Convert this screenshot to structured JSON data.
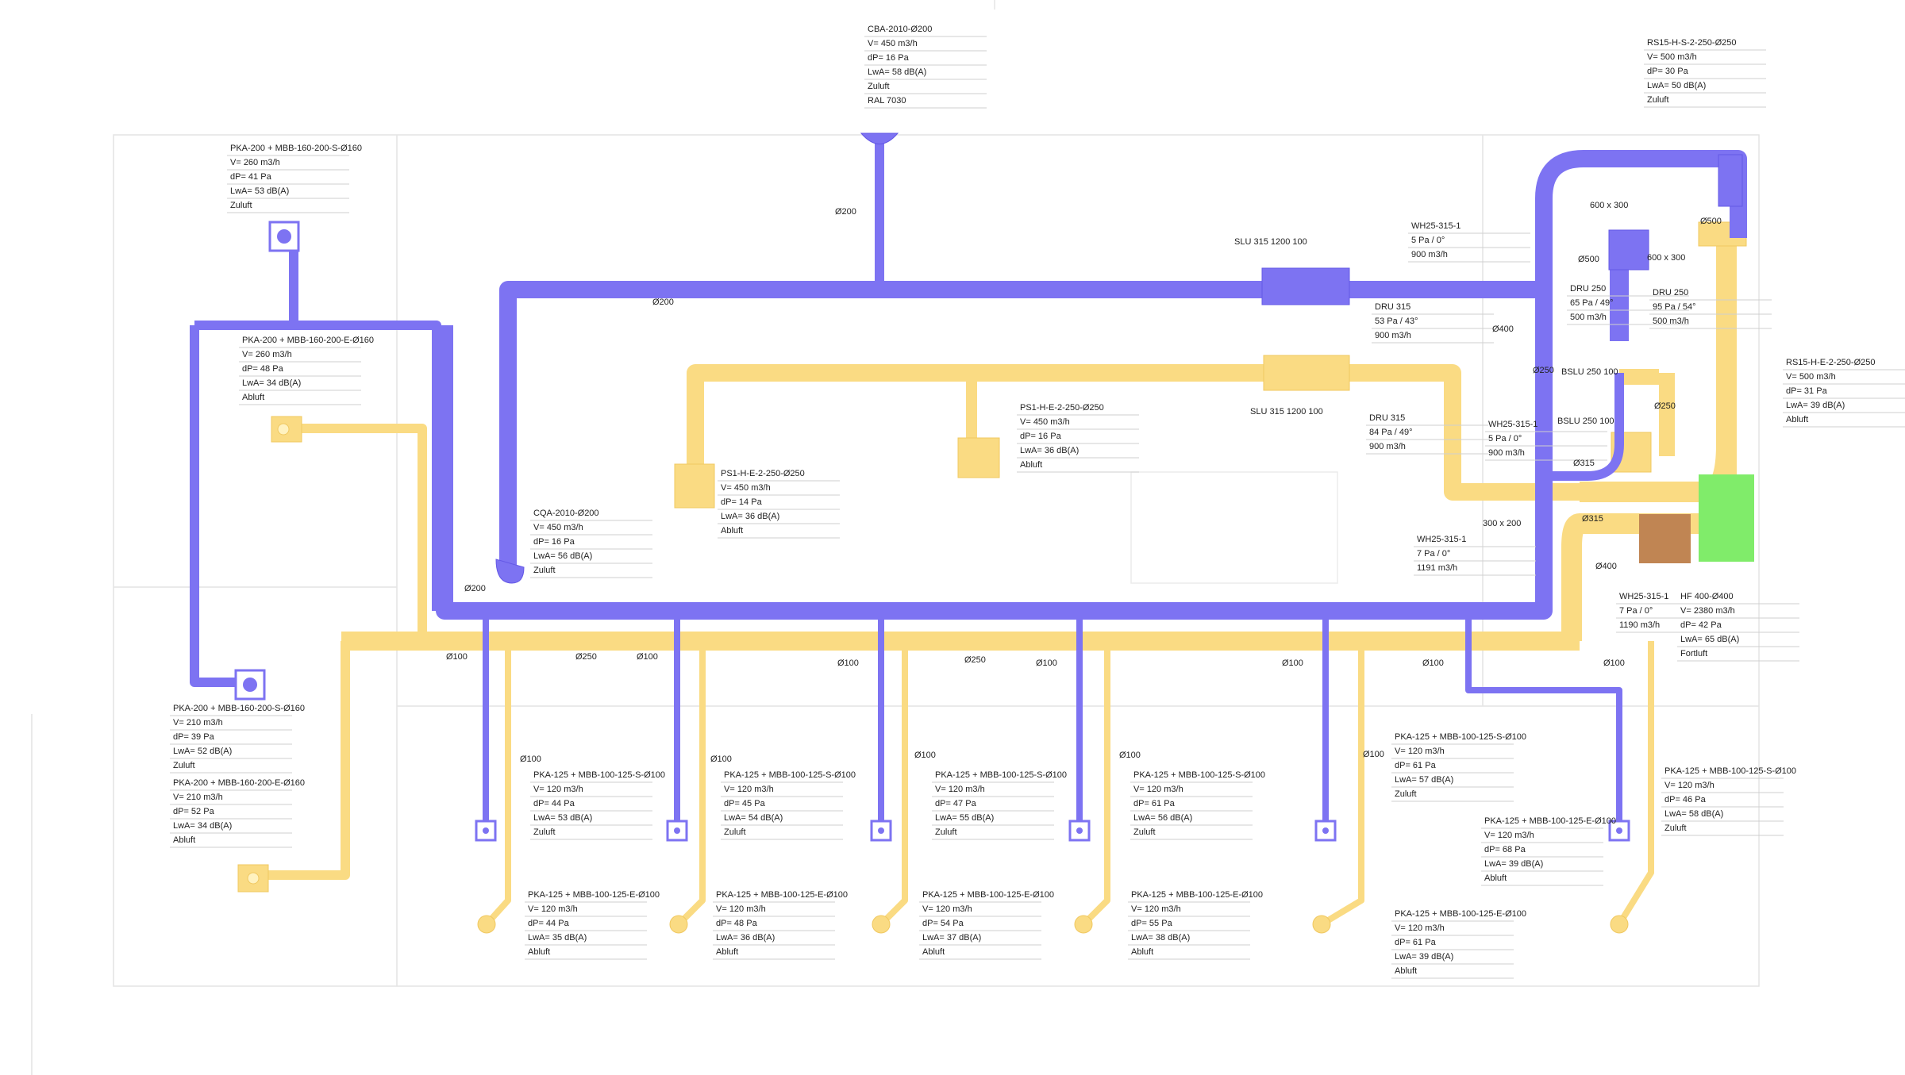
{
  "colors": {
    "supply": "#7d73f2",
    "exhaust": "#fadb83",
    "supply_dark": "#5b4fe0",
    "brown": "#c08553",
    "green": "#80ec6a",
    "frame": "#e6e6e6",
    "text": "#222222"
  },
  "labels": [
    {
      "lines": [
        "CBA-2010-Ø200",
        "V= 450 m3/h",
        "dP= 16 Pa",
        "LwA= 58 dB(A)",
        "Zuluft",
        "RAL 7030"
      ]
    },
    {
      "lines": [
        "RS15-H-S-2-250-Ø250",
        "V= 500 m3/h",
        "dP= 30 Pa",
        "LwA= 50 dB(A)",
        "Zuluft"
      ]
    },
    {
      "lines": [
        "PKA-200 + MBB-160-200-S-Ø160",
        "V= 260 m3/h",
        "dP= 41 Pa",
        "LwA= 53 dB(A)",
        "Zuluft"
      ]
    },
    {
      "lines": [
        "PKA-200 + MBB-160-200-E-Ø160",
        "V= 260 m3/h",
        "dP= 48 Pa",
        "LwA= 34 dB(A)",
        "Abluft"
      ]
    },
    {
      "lines": [
        "PS1-H-E-2-250-Ø250",
        "V= 450 m3/h",
        "dP= 14 Pa",
        "LwA= 36 dB(A)",
        "Abluft"
      ]
    },
    {
      "lines": [
        "PS1-H-E-2-250-Ø250",
        "V= 450 m3/h",
        "dP= 16 Pa",
        "LwA= 36 dB(A)",
        "Abluft"
      ]
    },
    {
      "lines": [
        "CQA-2010-Ø200",
        "V= 450 m3/h",
        "dP= 16 Pa",
        "LwA= 56 dB(A)",
        "Zuluft"
      ]
    },
    {
      "lines": [
        "WH25-315-1",
        "5 Pa / 0°",
        "900 m3/h"
      ]
    },
    {
      "lines": [
        "DRU 315",
        "53 Pa / 43°",
        "900 m3/h"
      ]
    },
    {
      "lines": [
        "DRU 315",
        "84 Pa / 49°",
        "900 m3/h"
      ]
    },
    {
      "lines": [
        "DRU 250",
        "65 Pa / 49°",
        "500 m3/h"
      ]
    },
    {
      "lines": [
        "DRU 250",
        "95 Pa / 54°",
        "500 m3/h"
      ]
    },
    {
      "lines": [
        "RS15-H-E-2-250-Ø250",
        "V= 500 m3/h",
        "dP= 31 Pa",
        "LwA= 39 dB(A)",
        "Abluft"
      ]
    },
    {
      "lines": [
        "WH25-315-1",
        "5 Pa / 0°",
        "900 m3/h"
      ]
    },
    {
      "lines": [
        "WH25-315-1",
        "7 Pa / 0°",
        "1191 m3/h"
      ]
    },
    {
      "lines": [
        "WH25-315-1",
        "7 Pa / 0°",
        "1190 m3/h"
      ]
    },
    {
      "lines": [
        "HF 400-Ø400",
        "V= 2380 m3/h",
        "dP= 42 Pa",
        "LwA= 65 dB(A)",
        "Fortluft"
      ]
    },
    {
      "lines": [
        "PKA-200 + MBB-160-200-S-Ø160",
        "V= 210 m3/h",
        "dP= 39 Pa",
        "LwA= 52 dB(A)",
        "Zuluft"
      ]
    },
    {
      "lines": [
        "PKA-200 + MBB-160-200-E-Ø160",
        "V= 210 m3/h",
        "dP= 52 Pa",
        "LwA= 34 dB(A)",
        "Abluft"
      ]
    },
    {
      "lines": [
        "PKA-125 + MBB-100-125-S-Ø100",
        "V= 120 m3/h",
        "dP= 44 Pa",
        "LwA= 53 dB(A)",
        "Zuluft"
      ]
    },
    {
      "lines": [
        "PKA-125 + MBB-100-125-S-Ø100",
        "V= 120 m3/h",
        "dP= 45 Pa",
        "LwA= 54 dB(A)",
        "Zuluft"
      ]
    },
    {
      "lines": [
        "PKA-125 + MBB-100-125-S-Ø100",
        "V= 120 m3/h",
        "dP= 47 Pa",
        "LwA= 55 dB(A)",
        "Zuluft"
      ]
    },
    {
      "lines": [
        "PKA-125 + MBB-100-125-S-Ø100",
        "V= 120 m3/h",
        "dP= 61 Pa",
        "LwA= 56 dB(A)",
        "Zuluft"
      ]
    },
    {
      "lines": [
        "PKA-125 + MBB-100-125-S-Ø100",
        "V= 120 m3/h",
        "dP= 61 Pa",
        "LwA= 57 dB(A)",
        "Zuluft"
      ]
    },
    {
      "lines": [
        "PKA-125 + MBB-100-125-S-Ø100",
        "V= 120 m3/h",
        "dP= 46 Pa",
        "LwA= 58 dB(A)",
        "Zuluft"
      ]
    },
    {
      "lines": [
        "PKA-125 + MBB-100-125-E-Ø100",
        "V= 120 m3/h",
        "dP= 68 Pa",
        "LwA= 39 dB(A)",
        "Abluft"
      ]
    },
    {
      "lines": [
        "PKA-125 + MBB-100-125-E-Ø100",
        "V= 120 m3/h",
        "dP= 44 Pa",
        "LwA= 35 dB(A)",
        "Abluft"
      ]
    },
    {
      "lines": [
        "PKA-125 + MBB-100-125-E-Ø100",
        "V= 120 m3/h",
        "dP= 48 Pa",
        "LwA= 36 dB(A)",
        "Abluft"
      ]
    },
    {
      "lines": [
        "PKA-125 + MBB-100-125-E-Ø100",
        "V= 120 m3/h",
        "dP= 54 Pa",
        "LwA= 37 dB(A)",
        "Abluft"
      ]
    },
    {
      "lines": [
        "PKA-125 + MBB-100-125-E-Ø100",
        "V= 120 m3/h",
        "dP= 55 Pa",
        "LwA= 38 dB(A)",
        "Abluft"
      ]
    },
    {
      "lines": [
        "PKA-125 + MBB-100-125-E-Ø100",
        "V= 120 m3/h",
        "dP= 61 Pa",
        "LwA= 39 dB(A)",
        "Abluft"
      ]
    }
  ],
  "dims": [
    {
      "text": "Ø200"
    },
    {
      "text": "Ø200"
    },
    {
      "text": "Ø200"
    },
    {
      "text": "SLU 315 1200 100"
    },
    {
      "text": "SLU 315 1200 100"
    },
    {
      "text": "600 x 300"
    },
    {
      "text": "600 x 300"
    },
    {
      "text": "300 x 200"
    },
    {
      "text": "Ø500"
    },
    {
      "text": "Ø500"
    },
    {
      "text": "Ø400"
    },
    {
      "text": "Ø400"
    },
    {
      "text": "Ø250"
    },
    {
      "text": "Ø250"
    },
    {
      "text": "Ø315"
    },
    {
      "text": "Ø315"
    },
    {
      "text": "BSLU 250 100"
    },
    {
      "text": "BSLU 250 100"
    },
    {
      "text": "Ø100"
    },
    {
      "text": "Ø250"
    },
    {
      "text": "Ø100"
    },
    {
      "text": "Ø100"
    },
    {
      "text": "Ø250"
    },
    {
      "text": "Ø100"
    },
    {
      "text": "Ø100"
    },
    {
      "text": "Ø100"
    },
    {
      "text": "Ø100"
    },
    {
      "text": "Ø100"
    },
    {
      "text": "Ø100"
    },
    {
      "text": "Ø100"
    },
    {
      "text": "Ø100"
    },
    {
      "text": "Ø100"
    }
  ]
}
